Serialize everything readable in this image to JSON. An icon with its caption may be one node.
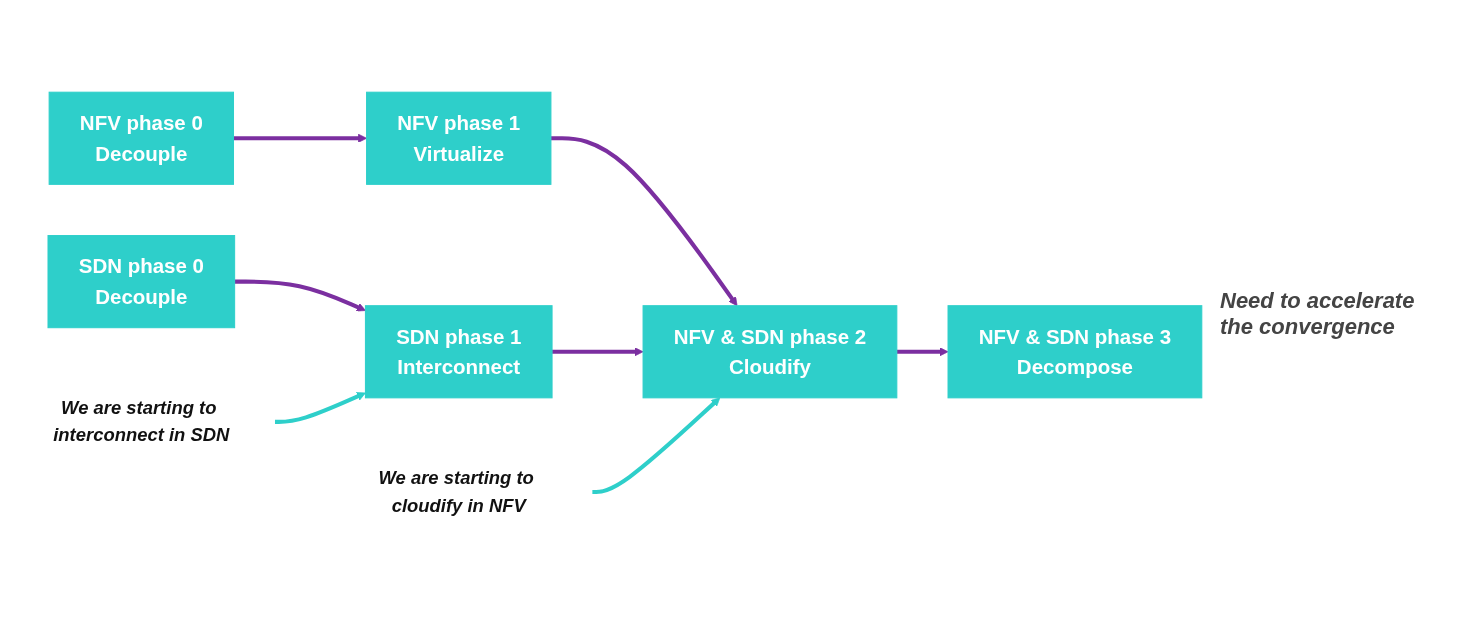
{
  "diagram": {
    "nodes": [
      {
        "text": [
          "NFV phase 0",
          "Decouple"
        ]
      },
      {
        "text": [
          "NFV phase 1",
          "Virtualize"
        ]
      },
      {
        "text": [
          "NFV & SDN phase 2",
          "Cloudify"
        ]
      },
      {
        "text": [
          "NFV & SDN phase 3",
          "Decompose"
        ]
      },
      {
        "text": [
          "SDN phase 0",
          "Decouple"
        ]
      },
      {
        "text": [
          "SDN phase 1",
          "Interconnect"
        ]
      },
      {
        "text": [
          "We are starting to cloudify in NFV"
        ]
      },
      {
        "text": [
          "We are starting to interconnect in SDN"
        ]
      }
    ],
    "edges": [
      {
        "from": 0,
        "to": 1,
        "arrow": "to"
      },
      {
        "from": 1,
        "to": 2,
        "arrow": "to"
      },
      {
        "from": 2,
        "to": 3,
        "arrow": "to"
      },
      {
        "from": 4,
        "to": 5,
        "arrow": "to"
      },
      {
        "from": 5,
        "to": 2,
        "arrow": "to"
      },
      {
        "from": 6,
        "to": 2,
        "arrow": "to",
        "color": "#2ecfca"
      },
      {
        "from": 7,
        "to": 5,
        "arrow": "to",
        "color": "#2ecfca"
      }
    ],
    "labels": [
      "Need to accelerate the convergence"
    ]
  }
}
